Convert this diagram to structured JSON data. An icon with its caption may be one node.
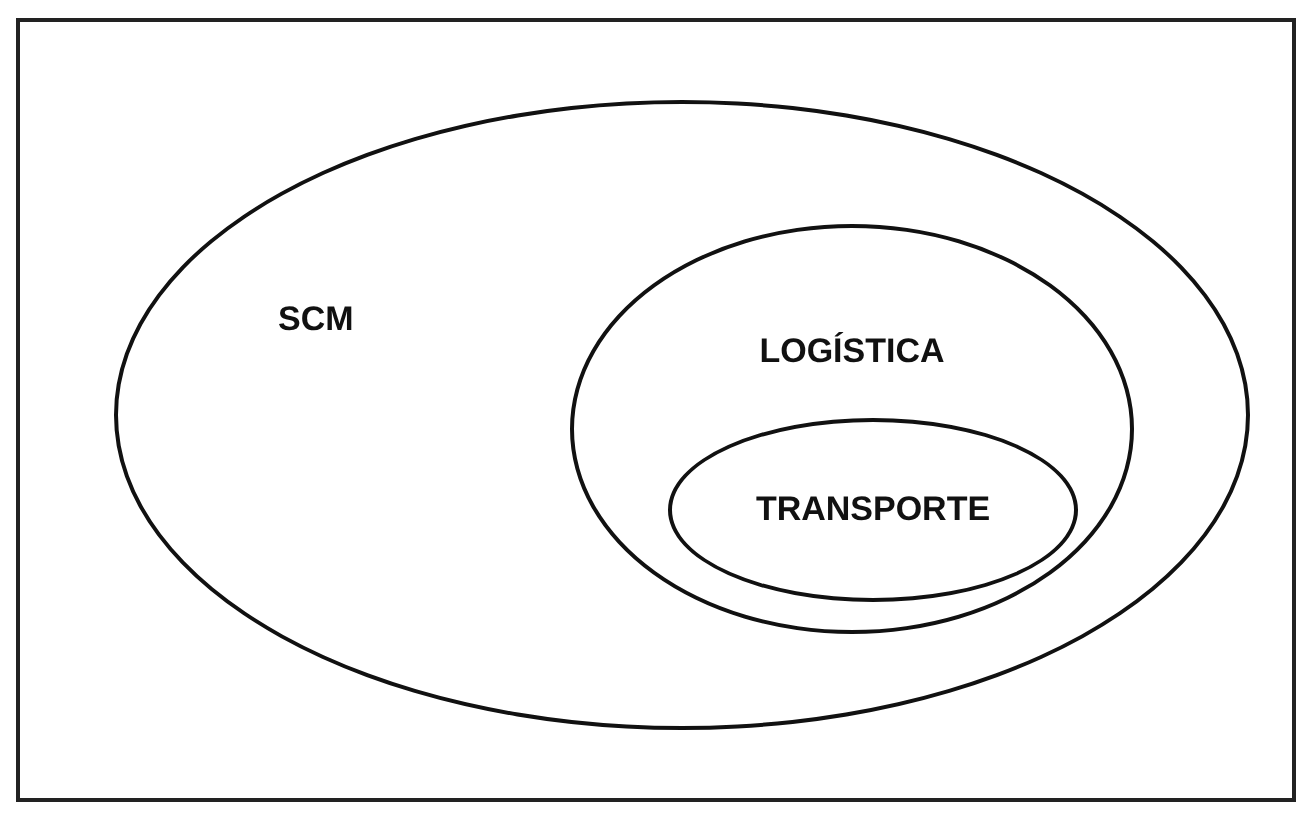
{
  "diagram": {
    "nodes": [
      {
        "text": [
          "SCM"
        ]
      },
      {
        "text": [
          "LOGÍSTICA"
        ],
        "in": 0
      },
      {
        "text": [
          "TRANSPORTE"
        ],
        "in": 1
      }
    ]
  }
}
